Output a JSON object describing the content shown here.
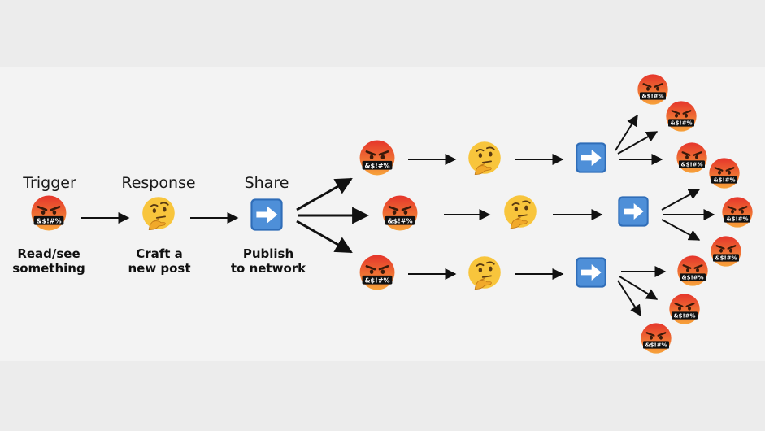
{
  "stages": {
    "trigger": {
      "title": "Trigger",
      "caption_line1": "Read/see",
      "caption_line2": "something"
    },
    "response": {
      "title": "Response",
      "caption_line1": "Craft a",
      "caption_line2": "new post"
    },
    "share": {
      "title": "Share",
      "caption_line1": "Publish",
      "caption_line2": "to network"
    }
  },
  "symbols": {
    "censor_text": "&$!#%"
  },
  "icons": {
    "angry": "angry-cursing-face-icon",
    "thinking": "thinking-face-icon",
    "share": "right-arrow-button-icon"
  },
  "colors": {
    "background": "#ececec",
    "band": "#f3f3f3",
    "face_top": "#e5352b",
    "face_bottom": "#f7a23a",
    "thinking_face": "#f8c53c",
    "arrow_button": "#4e8fd8",
    "arrow": "#111111"
  }
}
